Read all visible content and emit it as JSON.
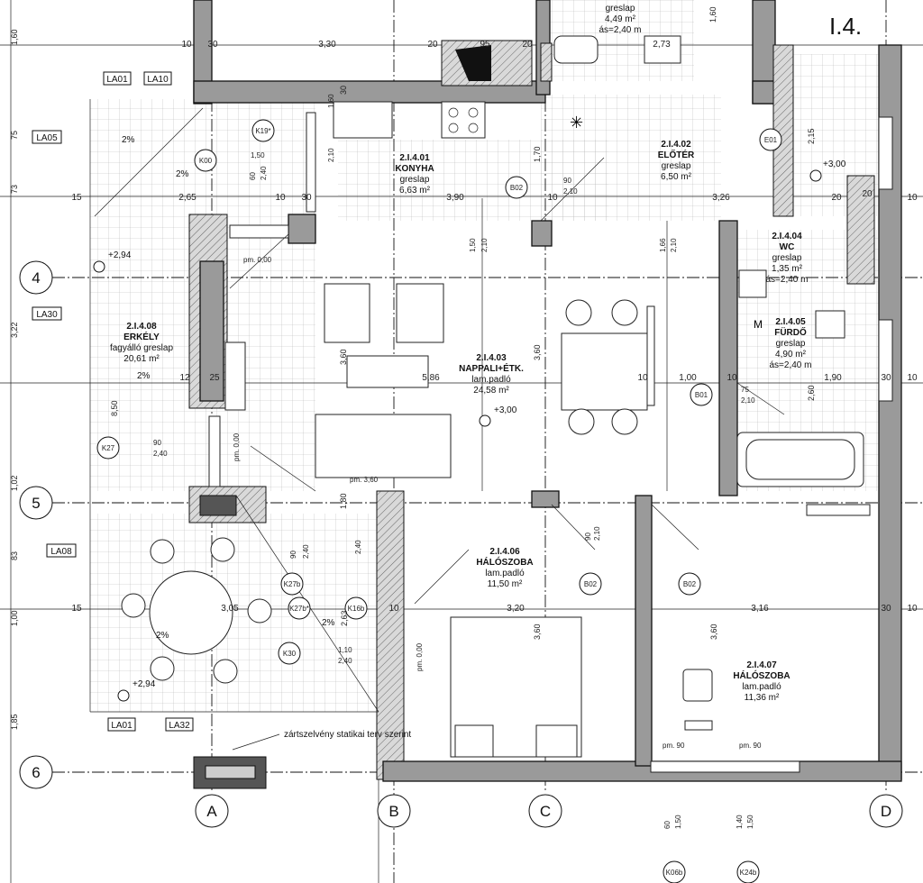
{
  "plan": {
    "level_label": "I.4.",
    "rooms": [
      {
        "code": "2.I.4.01",
        "name": "KONYHA",
        "floor": "greslap",
        "area": "6,63 m²"
      },
      {
        "code": "2.I.4.02",
        "name": "ELŐTÉR",
        "floor": "greslap",
        "area": "6,50 m²"
      },
      {
        "code": "2.I.4.03",
        "name": "NAPPALI+ÉTK.",
        "floor": "lam.padló",
        "area": "24,58 m²"
      },
      {
        "code": "2.I.4.04",
        "name": "WC",
        "floor": "greslap",
        "area": "1,35 m²",
        "height": "ás=2,40 m"
      },
      {
        "code": "2.I.4.05",
        "name": "FÜRDŐ",
        "floor": "greslap",
        "area": "4,90 m²",
        "height": "ás=2,40 m"
      },
      {
        "code": "2.I.4.06",
        "name": "HÁLÓSZOBA",
        "floor": "lam.padló",
        "area": "11,50 m²"
      },
      {
        "code": "2.I.4.07",
        "name": "HÁLÓSZOBA",
        "floor": "lam.padló",
        "area": "11,36 m²"
      },
      {
        "code": "2.I.4.08",
        "name": "ERKÉLY",
        "floor": "fagyálló greslap",
        "area": "20,61 m²"
      }
    ],
    "top_room": {
      "floor": "greslap",
      "area": "4,49 m²",
      "height": "ás=2,40 m"
    },
    "grid_columns": [
      "A",
      "B",
      "C",
      "D"
    ],
    "grid_rows": [
      "4",
      "5",
      "6"
    ],
    "tags": [
      "LA01",
      "LA10",
      "LA05",
      "LA30",
      "LA08",
      "LA01",
      "LA32"
    ],
    "levels": [
      "+3,00",
      "+2,94",
      "+3,00",
      "+2,94"
    ],
    "note": "zártszelvény statikai terv szerint",
    "slopes": [
      "2%",
      "2%",
      "2%",
      "2%",
      "2%"
    ],
    "circle_labels": [
      "K19*",
      "K00",
      "K27",
      "K27b",
      "K27b*",
      "K16b",
      "K30",
      "B02",
      "B01",
      "B02",
      "B02",
      "E01",
      "K06b",
      "K24b"
    ],
    "left_dims": [
      "1,60",
      "75",
      "73",
      "3,22",
      "8,50",
      "1,02",
      "83",
      "1,00",
      "1,85"
    ],
    "horizontal_dims": [
      "10",
      "30",
      "3,30",
      "20",
      "95",
      "20",
      "2,73",
      "15",
      "2,65",
      "10",
      "30",
      "3,90",
      "10",
      "3,26",
      "20",
      "20",
      "10",
      "12",
      "25",
      "5,86",
      "10",
      "1,00",
      "10",
      "1,90",
      "30",
      "10",
      "15",
      "3,05",
      "10",
      "3,20",
      "3,16",
      "30",
      "10"
    ],
    "room_dims": [
      "1,50",
      "2,40",
      "60",
      "90",
      "2,10",
      "pm. 0,00",
      "pm. 0,00",
      "pm. 0,00",
      "pm. 3,60",
      "pm. 90",
      "pm. 90",
      "90",
      "2,40",
      "1,10",
      "2,40",
      "75",
      "2,10",
      "3,60",
      "3,60",
      "3,60",
      "3,60",
      "2,15",
      "2,60",
      "1,50",
      "2,10",
      "1,60",
      "2,10",
      "1,70",
      "90",
      "2,10",
      "60",
      "1,50",
      "1,40",
      "1,50",
      "1,66",
      "2,10",
      "2,63",
      "2,40",
      "90",
      "2,40",
      "1,80",
      "30",
      "1,60"
    ]
  }
}
